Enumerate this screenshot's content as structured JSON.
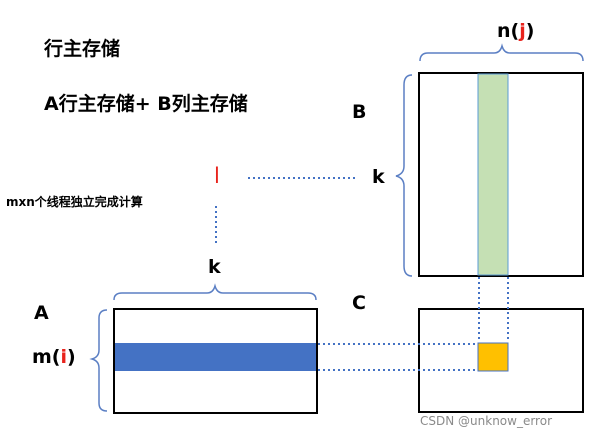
{
  "titles": {
    "row_major": "行主存储",
    "mixed": "A行主存储+ B列主存储"
  },
  "note": "mxn个线程独立完成计算",
  "matrix_labels": {
    "a": "A",
    "b": "B",
    "c": "C"
  },
  "dims": {
    "k_right": "k",
    "k_bottom": "k",
    "n": "n(",
    "n_index": "j",
    "n_close": ")",
    "m": "m(",
    "m_index": "i",
    "m_close": ")",
    "thread": "l"
  },
  "colors": {
    "row_fill": "#4472c4",
    "col_fill": "#c5e0b4",
    "cell_fill": "#ffc000",
    "index_red": "#e8231c",
    "brace": "#5b7fc4",
    "dotted": "#4472c4"
  },
  "watermark": "CSDN @unknow_error"
}
